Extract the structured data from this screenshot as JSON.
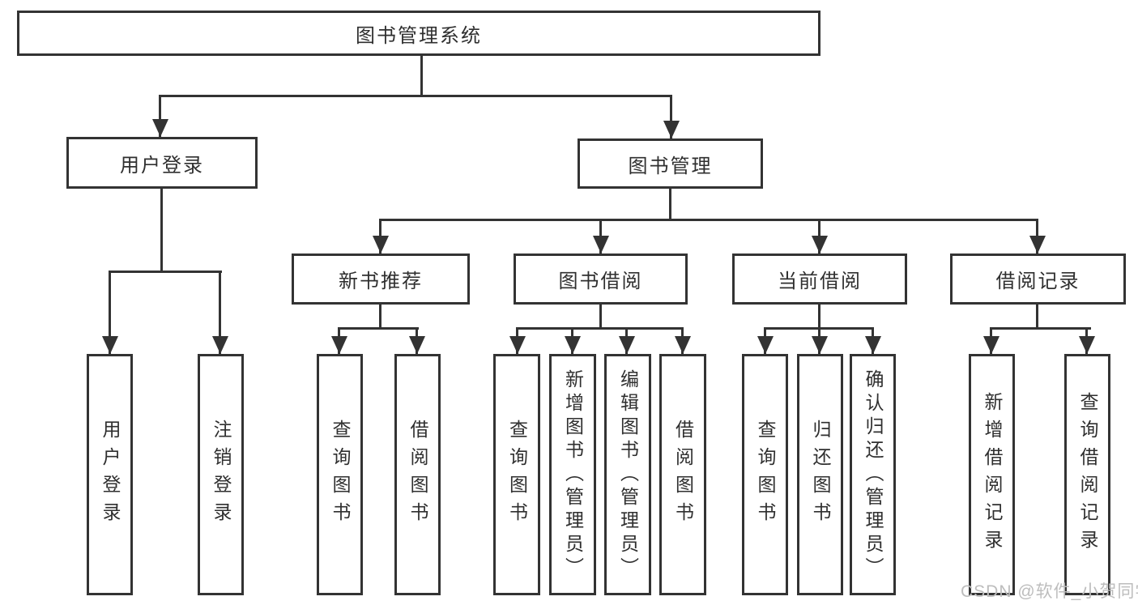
{
  "tree": {
    "root": {
      "label": "图书管理系统"
    },
    "branches": [
      {
        "label": "用户登录",
        "children": [
          {
            "label": "用户登录"
          },
          {
            "label": "注销登录"
          }
        ]
      },
      {
        "label": "图书管理",
        "children": [
          {
            "label": "新书推荐",
            "children": [
              {
                "label": "查询图书"
              },
              {
                "label": "借阅图书"
              }
            ]
          },
          {
            "label": "图书借阅",
            "children": [
              {
                "label": "查询图书"
              },
              {
                "label": "新增图书（管理员）"
              },
              {
                "label": "编辑图书（管理员）"
              },
              {
                "label": "借阅图书"
              }
            ]
          },
          {
            "label": "当前借阅",
            "children": [
              {
                "label": "查询图书"
              },
              {
                "label": "归还图书"
              },
              {
                "label": "确认归还（管理员）"
              }
            ]
          },
          {
            "label": "借阅记录",
            "children": [
              {
                "label": "新增借阅记录"
              },
              {
                "label": "查询借阅记录"
              }
            ]
          }
        ]
      }
    ]
  },
  "watermark": {
    "text": "CSDN @软件_小贺同学"
  },
  "colors": {
    "line": "#333333",
    "text": "#2f2f2f",
    "background": "#ffffff",
    "watermark": "#bdbdbd"
  }
}
